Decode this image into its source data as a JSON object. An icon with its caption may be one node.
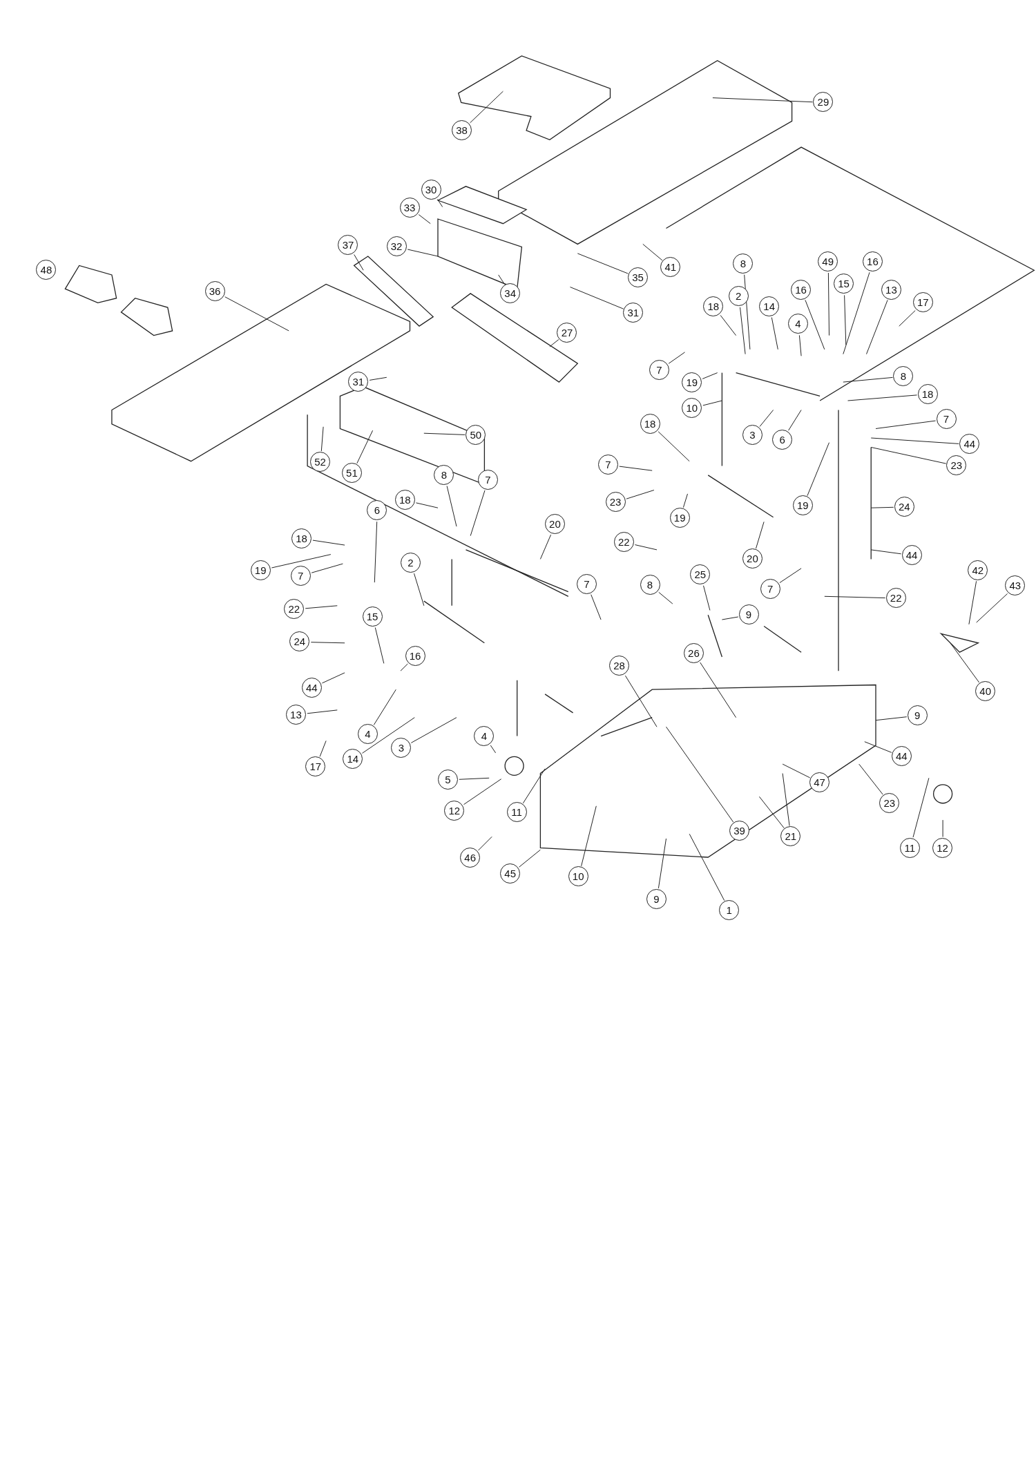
{
  "diagram": {
    "nodes": [
      {
        "text": [
          "29"
        ]
      },
      {
        "text": [
          "38"
        ]
      },
      {
        "text": [
          "30"
        ]
      },
      {
        "text": [
          "33"
        ]
      },
      {
        "text": [
          "32"
        ]
      },
      {
        "text": [
          "37"
        ]
      },
      {
        "text": [
          "36"
        ]
      },
      {
        "text": [
          "27"
        ]
      },
      {
        "text": [
          "34"
        ]
      },
      {
        "text": [
          "35"
        ]
      },
      {
        "text": [
          "41"
        ]
      },
      {
        "text": [
          "31"
        ]
      },
      {
        "text": [
          "31"
        ]
      },
      {
        "text": [
          "50"
        ]
      },
      {
        "text": [
          "51"
        ]
      },
      {
        "text": [
          "52"
        ]
      },
      {
        "text": [
          "8"
        ]
      },
      {
        "text": [
          "2"
        ]
      },
      {
        "text": [
          "18"
        ]
      },
      {
        "text": [
          "14"
        ]
      },
      {
        "text": [
          "4"
        ]
      },
      {
        "text": [
          "16"
        ]
      },
      {
        "text": [
          "49"
        ]
      },
      {
        "text": [
          "15"
        ]
      },
      {
        "text": [
          "16"
        ]
      },
      {
        "text": [
          "13"
        ]
      },
      {
        "text": [
          "17"
        ]
      },
      {
        "text": [
          "7"
        ]
      },
      {
        "text": [
          "19"
        ]
      },
      {
        "text": [
          "10"
        ]
      },
      {
        "text": [
          "8"
        ]
      },
      {
        "text": [
          "18"
        ]
      },
      {
        "text": [
          "3"
        ]
      },
      {
        "text": [
          "6"
        ]
      },
      {
        "text": [
          "7"
        ]
      },
      {
        "text": [
          "44"
        ]
      },
      {
        "text": [
          "23"
        ]
      },
      {
        "text": [
          "19"
        ]
      },
      {
        "text": [
          "24"
        ]
      },
      {
        "text": [
          "44"
        ]
      },
      {
        "text": [
          "22"
        ]
      },
      {
        "text": [
          "18"
        ]
      },
      {
        "text": [
          "7"
        ]
      },
      {
        "text": [
          "23"
        ]
      },
      {
        "text": [
          "22"
        ]
      },
      {
        "text": [
          "19"
        ]
      },
      {
        "text": [
          "20"
        ]
      },
      {
        "text": [
          "7"
        ]
      },
      {
        "text": [
          "25"
        ]
      },
      {
        "text": [
          "9"
        ]
      },
      {
        "text": [
          "8"
        ]
      },
      {
        "text": [
          "7"
        ]
      },
      {
        "text": [
          "26"
        ]
      },
      {
        "text": [
          "28"
        ]
      },
      {
        "text": [
          "39"
        ]
      },
      {
        "text": [
          "42"
        ]
      },
      {
        "text": [
          "43"
        ]
      },
      {
        "text": [
          "40"
        ]
      },
      {
        "text": [
          "9"
        ]
      },
      {
        "text": [
          "47"
        ]
      },
      {
        "text": [
          "44"
        ]
      },
      {
        "text": [
          "23"
        ]
      },
      {
        "text": [
          "21"
        ]
      },
      {
        "text": [
          "11"
        ]
      },
      {
        "text": [
          "12"
        ]
      },
      {
        "text": [
          "1"
        ]
      },
      {
        "text": [
          "9"
        ]
      },
      {
        "text": [
          "10"
        ]
      },
      {
        "text": [
          "45"
        ]
      },
      {
        "text": [
          "46"
        ]
      },
      {
        "text": [
          "11"
        ]
      },
      {
        "text": [
          "12"
        ]
      },
      {
        "text": [
          "5"
        ]
      },
      {
        "text": [
          "4"
        ]
      },
      {
        "text": [
          "3"
        ]
      },
      {
        "text": [
          "14"
        ]
      },
      {
        "text": [
          "17"
        ]
      },
      {
        "text": [
          "13"
        ]
      },
      {
        "text": [
          "4"
        ]
      },
      {
        "text": [
          "15"
        ]
      },
      {
        "text": [
          "16"
        ]
      },
      {
        "text": [
          "24"
        ]
      },
      {
        "text": [
          "44"
        ]
      },
      {
        "text": [
          "22"
        ]
      },
      {
        "text": [
          "7"
        ]
      },
      {
        "text": [
          "19"
        ]
      },
      {
        "text": [
          "18"
        ]
      },
      {
        "text": [
          "6"
        ]
      },
      {
        "text": [
          "2"
        ]
      },
      {
        "text": [
          "18"
        ]
      },
      {
        "text": [
          "8"
        ]
      },
      {
        "text": [
          "7"
        ]
      },
      {
        "text": [
          "20"
        ]
      },
      {
        "text": [
          "48"
        ]
      }
    ],
    "edges": [
      {
        "from": 0,
        "to": null,
        "arrow": "none"
      },
      {
        "from": 1,
        "to": null,
        "arrow": "none"
      },
      {
        "from": 2,
        "to": null,
        "arrow": "none"
      },
      {
        "from": 3,
        "to": null,
        "arrow": "none"
      },
      {
        "from": 4,
        "to": null,
        "arrow": "none"
      },
      {
        "from": 5,
        "to": null,
        "arrow": "none"
      },
      {
        "from": 6,
        "to": null,
        "arrow": "none"
      },
      {
        "from": 7,
        "to": null,
        "arrow": "none"
      },
      {
        "from": 8,
        "to": null,
        "arrow": "none"
      },
      {
        "from": 9,
        "to": null,
        "arrow": "none"
      },
      {
        "from": 10,
        "to": null,
        "arrow": "none"
      },
      {
        "from": 11,
        "to": null,
        "arrow": "none"
      },
      {
        "from": 12,
        "to": null,
        "arrow": "none"
      },
      {
        "from": 13,
        "to": null,
        "arrow": "none"
      },
      {
        "from": 14,
        "to": null,
        "arrow": "none"
      },
      {
        "from": 15,
        "to": null,
        "arrow": "none"
      },
      {
        "from": 16,
        "to": null,
        "arrow": "none"
      },
      {
        "from": 17,
        "to": null,
        "arrow": "none"
      },
      {
        "from": 18,
        "to": null,
        "arrow": "none"
      },
      {
        "from": 19,
        "to": null,
        "arrow": "none"
      },
      {
        "from": 20,
        "to": null,
        "arrow": "none"
      },
      {
        "from": 21,
        "to": null,
        "arrow": "none"
      },
      {
        "from": 22,
        "to": null,
        "arrow": "none"
      },
      {
        "from": 23,
        "to": null,
        "arrow": "none"
      },
      {
        "from": 24,
        "to": null,
        "arrow": "none"
      },
      {
        "from": 25,
        "to": null,
        "arrow": "none"
      },
      {
        "from": 26,
        "to": null,
        "arrow": "none"
      },
      {
        "from": 27,
        "to": null,
        "arrow": "none"
      },
      {
        "from": 28,
        "to": null,
        "arrow": "none"
      },
      {
        "from": 29,
        "to": null,
        "arrow": "none"
      },
      {
        "from": 30,
        "to": null,
        "arrow": "none"
      },
      {
        "from": 31,
        "to": null,
        "arrow": "none"
      },
      {
        "from": 32,
        "to": null,
        "arrow": "none"
      },
      {
        "from": 33,
        "to": null,
        "arrow": "none"
      },
      {
        "from": 34,
        "to": null,
        "arrow": "none"
      },
      {
        "from": 35,
        "to": null,
        "arrow": "none"
      },
      {
        "from": 36,
        "to": null,
        "arrow": "none"
      },
      {
        "from": 37,
        "to": null,
        "arrow": "none"
      },
      {
        "from": 38,
        "to": null,
        "arrow": "none"
      },
      {
        "from": 39,
        "to": null,
        "arrow": "none"
      },
      {
        "from": 40,
        "to": null,
        "arrow": "none"
      },
      {
        "from": 41,
        "to": null,
        "arrow": "none"
      },
      {
        "from": 42,
        "to": null,
        "arrow": "none"
      },
      {
        "from": 43,
        "to": null,
        "arrow": "none"
      },
      {
        "from": 44,
        "to": null,
        "arrow": "none"
      },
      {
        "from": 45,
        "to": null,
        "arrow": "none"
      },
      {
        "from": 46,
        "to": null,
        "arrow": "none"
      },
      {
        "from": 47,
        "to": null,
        "arrow": "none"
      },
      {
        "from": 48,
        "to": null,
        "arrow": "none"
      },
      {
        "from": 49,
        "to": null,
        "arrow": "none"
      },
      {
        "from": 50,
        "to": null,
        "arrow": "none"
      },
      {
        "from": 51,
        "to": null,
        "arrow": "none"
      },
      {
        "from": 52,
        "to": null,
        "arrow": "none"
      },
      {
        "from": 53,
        "to": null,
        "arrow": "none"
      },
      {
        "from": 54,
        "to": null,
        "arrow": "none"
      },
      {
        "from": 55,
        "to": null,
        "arrow": "none"
      },
      {
        "from": 56,
        "to": null,
        "arrow": "none"
      },
      {
        "from": 57,
        "to": null,
        "arrow": "none"
      },
      {
        "from": 58,
        "to": null,
        "arrow": "none"
      },
      {
        "from": 59,
        "to": null,
        "arrow": "none"
      },
      {
        "from": 60,
        "to": null,
        "arrow": "none"
      },
      {
        "from": 61,
        "to": null,
        "arrow": "none"
      },
      {
        "from": 62,
        "to": null,
        "arrow": "none"
      },
      {
        "from": 63,
        "to": null,
        "arrow": "none"
      },
      {
        "from": 64,
        "to": null,
        "arrow": "none"
      },
      {
        "from": 65,
        "to": null,
        "arrow": "none"
      },
      {
        "from": 66,
        "to": null,
        "arrow": "none"
      },
      {
        "from": 67,
        "to": null,
        "arrow": "none"
      },
      {
        "from": 68,
        "to": null,
        "arrow": "none"
      },
      {
        "from": 69,
        "to": null,
        "arrow": "none"
      },
      {
        "from": 70,
        "to": null,
        "arrow": "none"
      },
      {
        "from": 71,
        "to": null,
        "arrow": "none"
      },
      {
        "from": 72,
        "to": null,
        "arrow": "none"
      },
      {
        "from": 73,
        "to": null,
        "arrow": "none"
      },
      {
        "from": 74,
        "to": null,
        "arrow": "none"
      },
      {
        "from": 75,
        "to": null,
        "arrow": "none"
      },
      {
        "from": 76,
        "to": null,
        "arrow": "none"
      },
      {
        "from": 77,
        "to": null,
        "arrow": "none"
      },
      {
        "from": 78,
        "to": null,
        "arrow": "none"
      },
      {
        "from": 79,
        "to": null,
        "arrow": "none"
      },
      {
        "from": 80,
        "to": null,
        "arrow": "none"
      },
      {
        "from": 81,
        "to": null,
        "arrow": "none"
      },
      {
        "from": 82,
        "to": null,
        "arrow": "none"
      },
      {
        "from": 83,
        "to": null,
        "arrow": "none"
      },
      {
        "from": 84,
        "to": null,
        "arrow": "none"
      },
      {
        "from": 85,
        "to": null,
        "arrow": "none"
      },
      {
        "from": 86,
        "to": null,
        "arrow": "none"
      },
      {
        "from": 87,
        "to": null,
        "arrow": "none"
      },
      {
        "from": 88,
        "to": null,
        "arrow": "none"
      },
      {
        "from": 89,
        "to": null,
        "arrow": "none"
      },
      {
        "from": 90,
        "to": null,
        "arrow": "none"
      },
      {
        "from": 91,
        "to": null,
        "arrow": "none"
      },
      {
        "from": 92,
        "to": null,
        "arrow": "none"
      },
      {
        "from": 62,
        "to": null,
        "arrow": "none"
      }
    ]
  }
}
